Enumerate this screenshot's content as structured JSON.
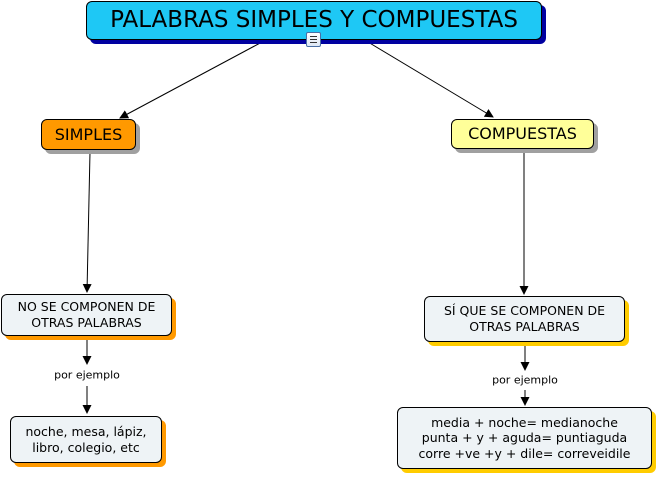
{
  "concept_map": {
    "main_concept": "PALABRAS SIMPLES Y COMPUESTAS",
    "simples": {
      "label": "SIMPLES",
      "description": "NO SE COMPONEN DE\nOTRAS PALABRAS",
      "link_label": "por ejemplo",
      "examples": "noche, mesa, lápiz,\nlibro, colegio, etc"
    },
    "compuestas": {
      "label": "COMPUESTAS",
      "description": "SÍ QUE SE COMPONEN DE\nOTRAS PALABRAS",
      "link_label": "por ejemplo",
      "examples": "media + noche= medianoche\npunta + y + aguda= puntiaguda\ncorre +ve +y + dile= correveidile"
    }
  },
  "icons": {
    "main_note": "note-icon"
  },
  "colors": {
    "main_fill": "#1ec8f5",
    "main_shadow": "#0000a0",
    "simples_fill": "#ff9900",
    "compuestas_fill": "#ffff99",
    "desc_fill": "#eef3f6",
    "left_branch_shadow": "#ff9900",
    "right_branch_shadow": "#ffcc00",
    "line": "#000000"
  }
}
